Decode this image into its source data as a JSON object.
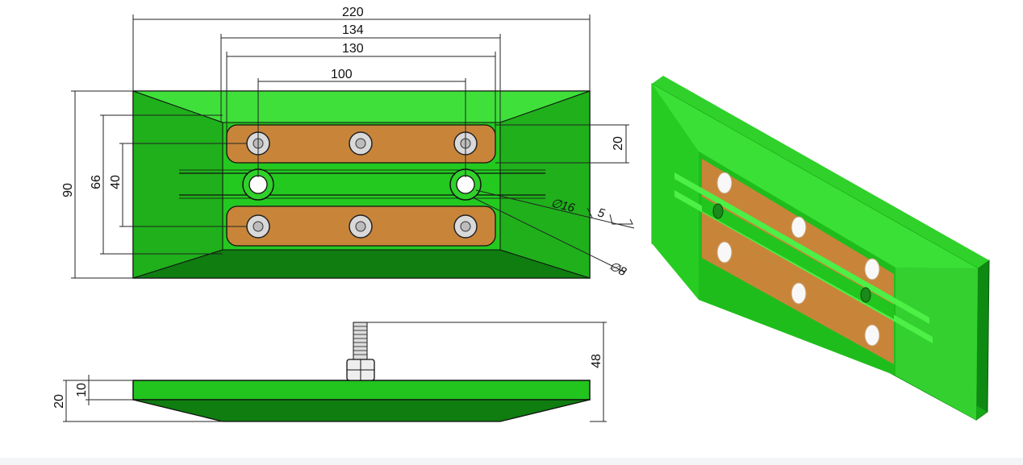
{
  "drawing": {
    "front_view": {
      "dimensions": {
        "overall_width": "220",
        "pad_width": "134",
        "hole_row_width": "130",
        "center_hole_spacing": "100",
        "height": "90",
        "pad_span": "66",
        "hole_row_spacing": "40",
        "pad_height": "20",
        "large_hole": "∅16",
        "depth": "5",
        "small_hole": "∅8"
      }
    },
    "side_view": {
      "dimensions": {
        "stud_height": "48",
        "base_thickness": "10",
        "total_thickness": "20"
      }
    }
  },
  "colors": {
    "body_green": "#22c41e",
    "body_dark": "#128a12",
    "pad_brown": "#c8853a",
    "outline": "#111111"
  }
}
